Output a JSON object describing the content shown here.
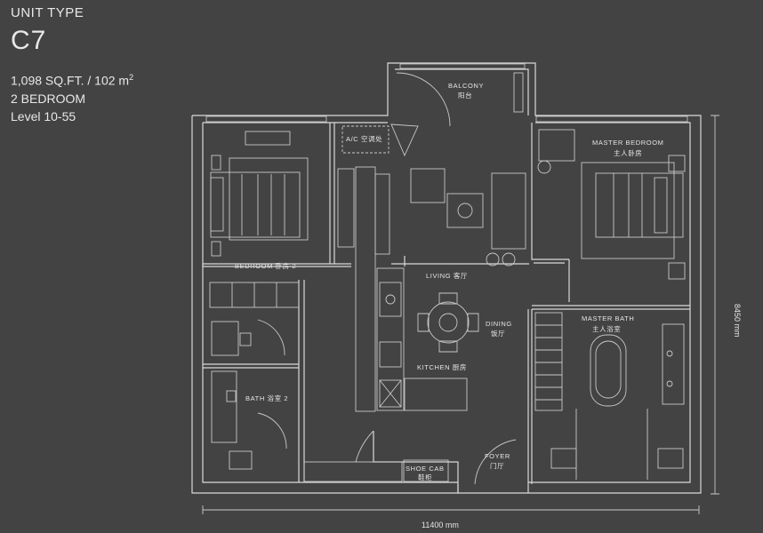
{
  "unit": {
    "type_label": "UNIT TYPE",
    "code": "C7",
    "area_text": "1,098 SQ.FT. / 102 m",
    "area_sup": "2",
    "bedrooms": "2 BEDROOM",
    "levels": "Level 10-55"
  },
  "rooms": {
    "balcony": "BALCONY",
    "balcony_cn": "阳台",
    "ac": "A/C 空调处",
    "master_bedroom": "MASTER BEDROOM",
    "master_bedroom_cn": "主人卧房",
    "bedroom2": "BEDROOM 卧房 2",
    "living": "LIVING 客厅",
    "dining": "DINING",
    "dining_cn": "饭厅",
    "kitchen": "KITCHEN 厨房",
    "master_bath": "MASTER BATH",
    "master_bath_cn": "主人浴室",
    "bath2": "BATH 浴室 2",
    "foyer": "FOYER",
    "foyer_cn": "门厅",
    "shoe_cab": "SHOE CAB",
    "shoe_cab_cn": "鞋柜"
  },
  "dimensions": {
    "width": "11400 mm",
    "depth": "8450 mm"
  }
}
